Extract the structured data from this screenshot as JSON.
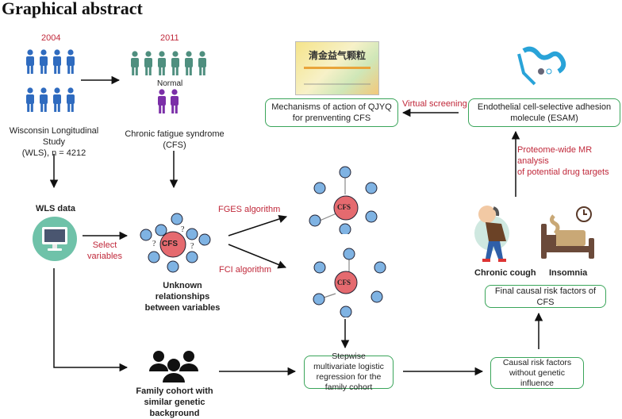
{
  "title": "Graphical abstract",
  "top_left": {
    "year_2004": "2004",
    "year_2011": "2011",
    "wls_label": "Wisconsin Longitudinal Study (WLS), n = 4212",
    "wls_label_line1": "Wisconsin Longitudinal Study",
    "wls_label_line2": "(WLS), n = 4212",
    "normal_label": "Normal",
    "cfs_label": "Chronic fatigue syndrome (CFS)"
  },
  "middle": {
    "wls_data": "WLS data",
    "select_variables_line1": "Select",
    "select_variables_line2": "variables",
    "unknown_line1": "Unknown relationships",
    "unknown_line2": "between variables",
    "fges": "FGES algorithm",
    "fci": "FCI algorithm",
    "node_label": "CFS",
    "question_mark": "?"
  },
  "bottom": {
    "family_line1": "Family cohort with",
    "family_line2": "similar genetic background",
    "stepwise_box": "Stepwise multivariate logistic regression for the family cohort",
    "causal_box": "Causal risk factors without genetic influence"
  },
  "right": {
    "final_box": "Final causal risk factors of CFS",
    "chronic_cough": "Chronic cough",
    "insomnia": "Insomnia",
    "mr_line1": "Proteome-wide MR analysis",
    "mr_line2": "of potential drug targets",
    "esam_box": "Endothelial cell-selective adhesion molecule (ESAM)",
    "virtual_screening": "Virtual screening",
    "qjyq_box": "Mechanisms of action of QJYQ for prenventing CFS",
    "drug_box_text": "清金益气颗粒"
  },
  "colors": {
    "red_label": "#c0283a",
    "box_border": "#3aa55a",
    "wls_people": "#2f6bbf",
    "cfs_people": "#4f8f7f",
    "normal_people": "#7b2fa8",
    "node_blue": "#7fb3e3",
    "node_red": "#e56a6f",
    "monitor_bg": "#6fc2a9"
  }
}
